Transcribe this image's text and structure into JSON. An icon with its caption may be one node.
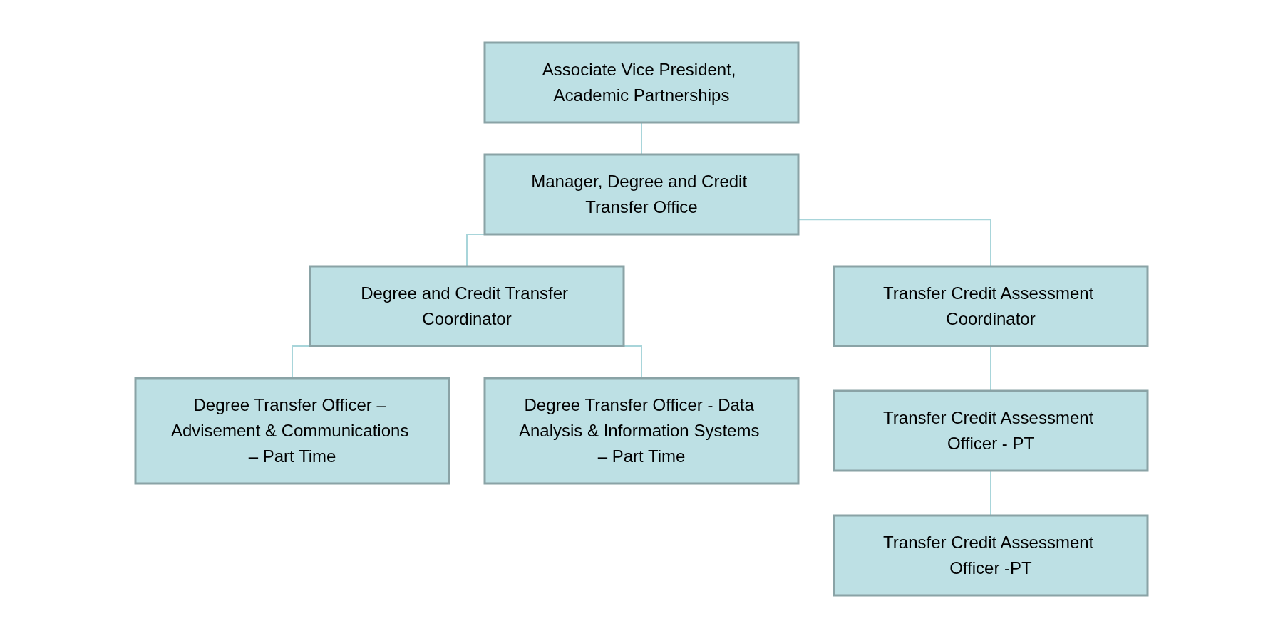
{
  "diagram": {
    "nodes": [
      {
        "text": [
          "Associate Vice President, Academic Partnerships"
        ]
      },
      {
        "text": [
          "Manager, Degree and Credit Transfer Office"
        ]
      },
      {
        "text": [
          "Degree and Credit Transfer Coordinator"
        ]
      },
      {
        "text": [
          "Transfer Credit Assessment Coordinator"
        ]
      },
      {
        "text": [
          "Degree Transfer Officer – Advisement & Communications – Part Time"
        ]
      },
      {
        "text": [
          "Degree Transfer Officer - Data Analysis & Information Systems – Part Time"
        ]
      },
      {
        "text": [
          "Transfer Credit Assessment Officer - PT"
        ]
      },
      {
        "text": [
          "Transfer Credit Assessment Officer -PT"
        ]
      }
    ],
    "edges": [
      {
        "from": 0,
        "to": 1,
        "arrow": "none"
      },
      {
        "from": 1,
        "to": 2,
        "arrow": "none"
      },
      {
        "from": 1,
        "to": 3,
        "arrow": "none"
      },
      {
        "from": 2,
        "to": 4,
        "arrow": "none"
      },
      {
        "from": 2,
        "to": 5,
        "arrow": "none"
      },
      {
        "from": 3,
        "to": 6,
        "arrow": "none"
      },
      {
        "from": 6,
        "to": 7,
        "arrow": "none"
      }
    ]
  }
}
